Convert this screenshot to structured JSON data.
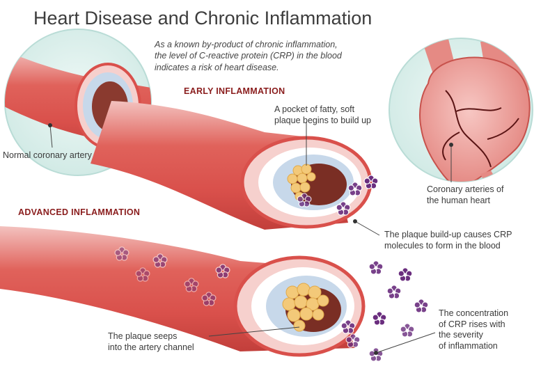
{
  "title": "Heart Disease and Chronic Inflammation",
  "subtitle": [
    "As a known by-product of chronic inflammation,",
    "the level of C-reactive protein (CRP) in the blood",
    "indicates a risk of heart disease."
  ],
  "sections": {
    "early": "EARLY INFLAMMATION",
    "advanced": "ADVANCED INFLAMMATION"
  },
  "labels": {
    "normal_artery": "Normal coronary artery",
    "soft_plaque": [
      "A pocket of fatty, soft",
      "plaque begins to build up"
    ],
    "coronary_arteries": [
      "Coronary arteries of",
      "the human heart"
    ],
    "crp_molecules": [
      "The plaque build-up causes CRP",
      "molecules to form in the blood"
    ],
    "plaque_seeps": [
      "The plaque seeps",
      "into the artery channel"
    ],
    "concentration": [
      "The concentration",
      "of CRP rises with",
      "the severity",
      "of inflammation"
    ]
  },
  "colors": {
    "artery_red": "#d9504b",
    "artery_wall": "#f0b9b6",
    "plaque_yellow": "#f3c979",
    "crp_purple": "#6a2d7e",
    "circle_bg": "#dff1ee",
    "heading_red": "#8a1d1d"
  }
}
